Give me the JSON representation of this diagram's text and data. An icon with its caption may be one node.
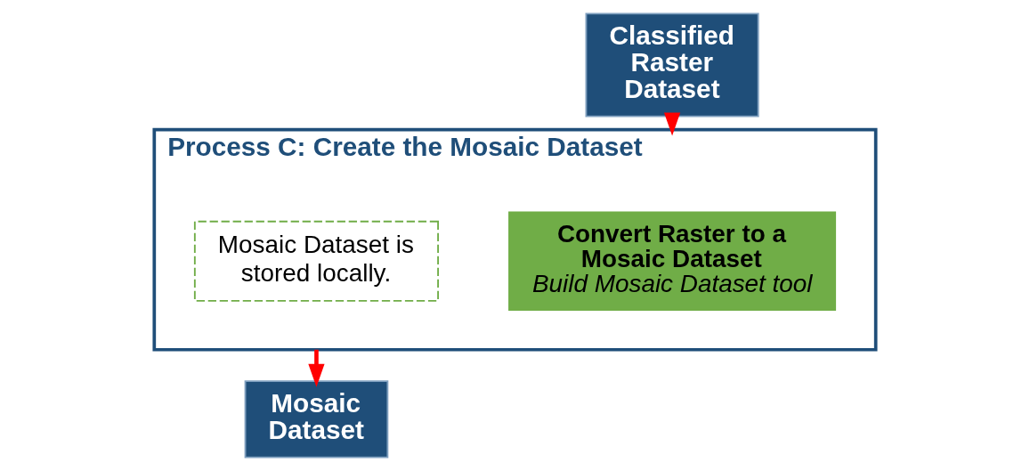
{
  "diagram": {
    "nodes": [
      {
        "text": [
          "Classified Raster Dataset"
        ]
      },
      {
        "text": [
          "Process C: Create the Mosaic Dataset"
        ]
      },
      {
        "text": [
          "Convert Raster to a Mosaic Dataset",
          "Build Mosaic Dataset tool"
        ],
        "in": 1
      },
      {
        "text": [
          "Mosaic Dataset is stored locally."
        ],
        "in": 1
      },
      {
        "text": [
          "Mosaic Dataset"
        ]
      }
    ],
    "edges": [
      {
        "from": 0,
        "to": 1,
        "arrow": "to"
      },
      {
        "from": 1,
        "to": 4,
        "arrow": "to"
      }
    ]
  }
}
